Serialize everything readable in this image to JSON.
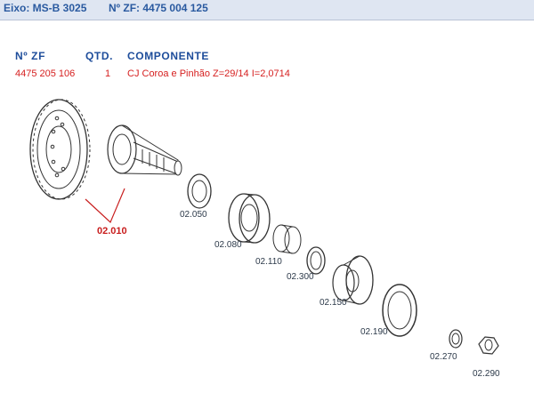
{
  "header": {
    "axle_label": "Eixo: MS-B 3025",
    "zf_label": "Nº ZF: 4475 004 125"
  },
  "table": {
    "columns": [
      "Nº ZF",
      "QTD.",
      "COMPONENTE"
    ],
    "row": {
      "zf_number": "4475 205 106",
      "qty": "1",
      "component": "CJ Coroa e Pinhão Z=29/14 I=2,0714"
    }
  },
  "diagram": {
    "assembly_callout": "02.010",
    "parts": [
      {
        "label": "02.050",
        "icon": "washer-icon"
      },
      {
        "label": "02.080",
        "icon": "roller-bearing-icon"
      },
      {
        "label": "02.110",
        "icon": "spacer-sleeve-icon"
      },
      {
        "label": "02.300",
        "icon": "shim-ring-icon"
      },
      {
        "label": "02.150",
        "icon": "tapered-bearing-icon"
      },
      {
        "label": "02.190",
        "icon": "seal-ring-icon"
      },
      {
        "label": "02.270",
        "icon": "small-washer-icon"
      },
      {
        "label": "02.290",
        "icon": "hex-nut-icon"
      }
    ],
    "colors": {
      "ink": "#333333",
      "callout": "#c81e1e",
      "header_text": "#2a5aa0"
    }
  }
}
